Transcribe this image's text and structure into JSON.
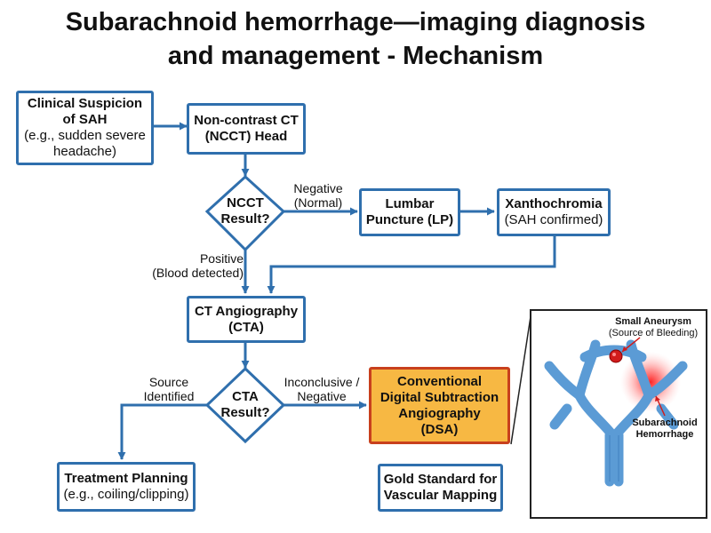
{
  "title": {
    "line1": "Subarachnoid hemorrhage—imaging diagnosis",
    "line2": "and management - Mechanism"
  },
  "nodes": {
    "clinical": {
      "line1": "Clinical Suspicion",
      "line2": "of SAH",
      "line3": "(e.g., sudden severe",
      "line4": "headache)"
    },
    "ncct": {
      "line1": "Non-contrast CT",
      "line2": "(NCCT) Head"
    },
    "ncct_result": {
      "line1": "NCCT",
      "line2": "Result?"
    },
    "lp": {
      "line1": "Lumbar",
      "line2": "Puncture (LP)"
    },
    "xantho": {
      "line1": "Xanthochromia",
      "line2": "(SAH confirmed)"
    },
    "cta": {
      "line1": "CT Angiography",
      "line2": "(CTA)"
    },
    "cta_result": {
      "line1": "CTA",
      "line2": "Result?"
    },
    "dsa": {
      "line1": "Conventional",
      "line2": "Digital Subtraction",
      "line3": "Angiography",
      "line4": "(DSA)"
    },
    "treatment": {
      "line1": "Treatment Planning",
      "line2": "(e.g., coiling/clipping)"
    },
    "gold": {
      "line1": "Gold Standard for",
      "line2": "Vascular Mapping"
    }
  },
  "edges": {
    "negative": {
      "line1": "Negative",
      "line2": "(Normal)"
    },
    "positive": {
      "line1": "Positive",
      "line2": "(Blood detected)"
    },
    "source": {
      "line1": "Source",
      "line2": "Identified"
    },
    "inconclusive": {
      "line1": "Inconclusive /",
      "line2": "Negative"
    }
  },
  "inset": {
    "aneurysm": {
      "line1": "Small Aneurysm",
      "line2": "(Source of Bleeding)"
    },
    "hemorrhage": {
      "line1": "Subarachnoid",
      "line2": "Hemorrhage"
    }
  },
  "colors": {
    "box_border": "#2f6fad",
    "arrow": "#2f6fad",
    "highlight_fill": "#f7b843",
    "highlight_border": "#c8401d",
    "vessel": "#5b9bd5",
    "bleed": "#e02020"
  }
}
